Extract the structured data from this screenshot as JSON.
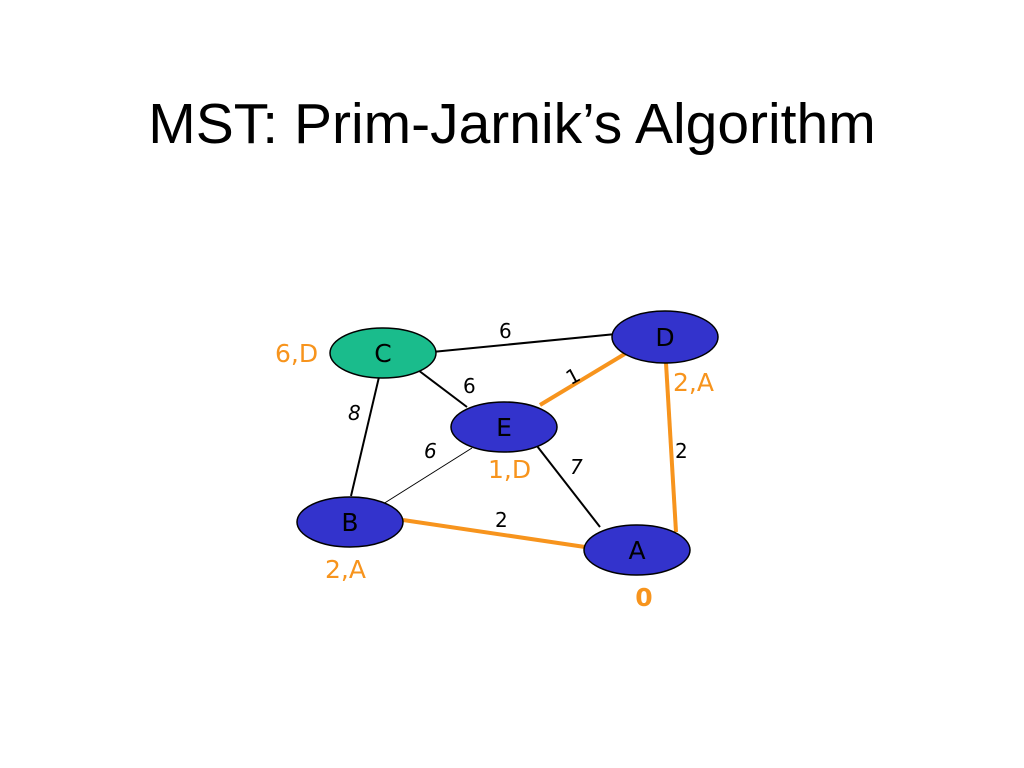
{
  "title": "MST: Prim-Jarnik’s Algorithm",
  "colors": {
    "tree_edge": "#f7941d",
    "edge": "#000000",
    "node_fill": "#3333cc",
    "current_node_fill": "#1abc8c",
    "distance_label": "#f7941d"
  },
  "nodes": {
    "A": {
      "label": "A",
      "distance": "0"
    },
    "B": {
      "label": "B",
      "distance": "2,A"
    },
    "C": {
      "label": "C",
      "distance": "6,D"
    },
    "D": {
      "label": "D",
      "distance": "2,A"
    },
    "E": {
      "label": "E",
      "distance": "1,D"
    }
  },
  "edges": {
    "C_D": {
      "from": "C",
      "to": "D",
      "weight": "6",
      "in_tree": false
    },
    "C_E": {
      "from": "C",
      "to": "E",
      "weight": "6",
      "in_tree": false
    },
    "C_B": {
      "from": "C",
      "to": "B",
      "weight": "8",
      "in_tree": false
    },
    "E_D": {
      "from": "E",
      "to": "D",
      "weight": "1",
      "in_tree": true
    },
    "E_B": {
      "from": "E",
      "to": "B",
      "weight": "6",
      "in_tree": false
    },
    "E_A": {
      "from": "E",
      "to": "A",
      "weight": "7",
      "in_tree": false
    },
    "D_A": {
      "from": "D",
      "to": "A",
      "weight": "2",
      "in_tree": true
    },
    "B_A": {
      "from": "B",
      "to": "A",
      "weight": "2",
      "in_tree": true
    }
  },
  "current_node": "C"
}
